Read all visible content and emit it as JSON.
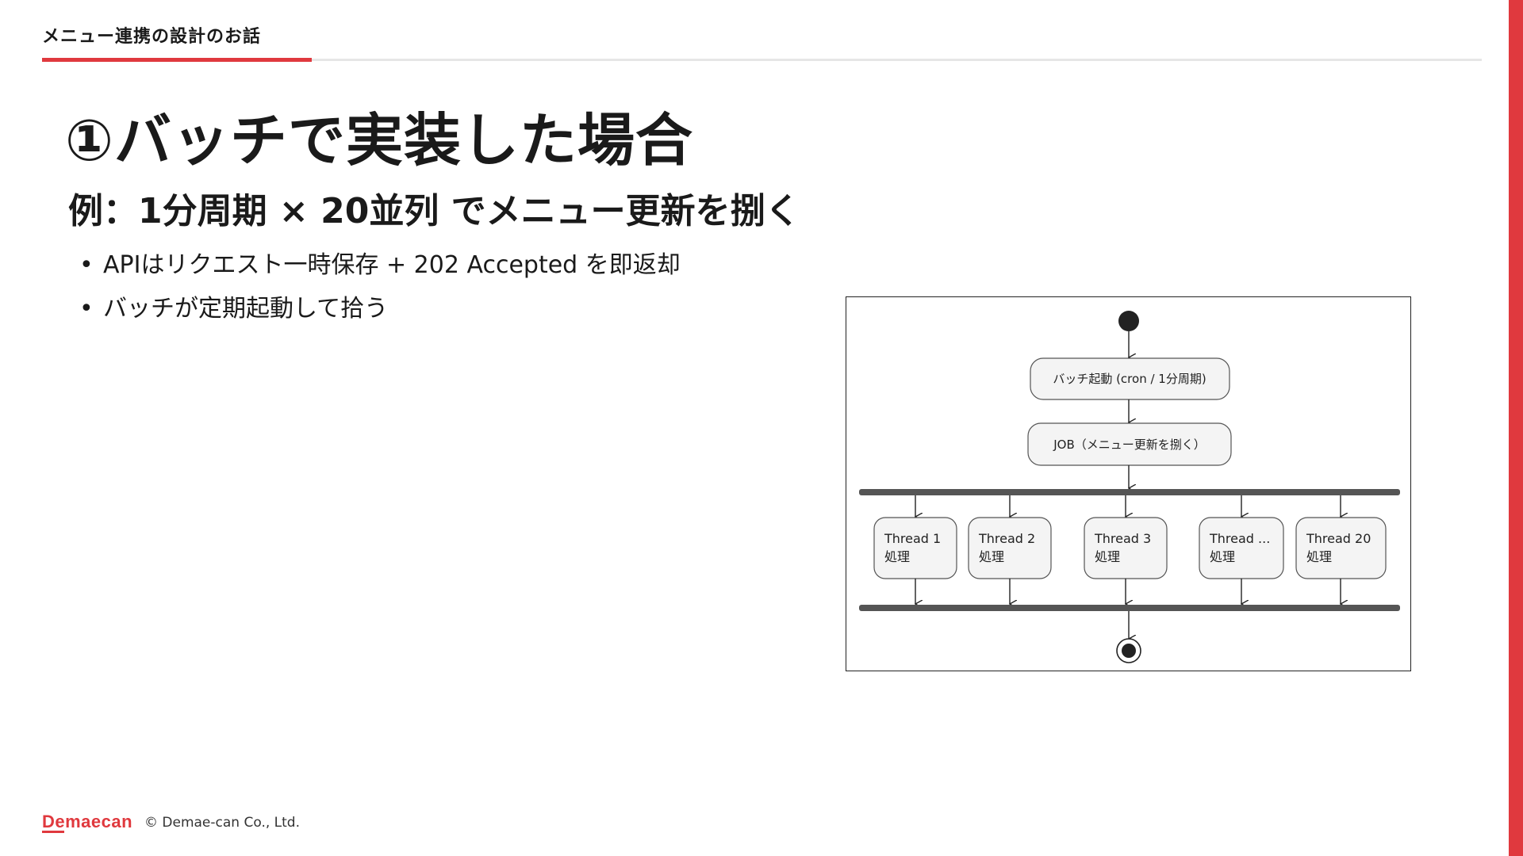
{
  "header": {
    "section_label": "メニュー連携の設計のお話"
  },
  "slide": {
    "title": "①バッチで実装した場合",
    "subtitle": "例：1分周期 × 20並列 でメニュー更新を捌く",
    "bullets": [
      "APIはリクエスト一時保存 + 202 Accepted を即返却",
      "バッチが定期起動して拾う"
    ]
  },
  "diagram": {
    "batch_node": "バッチ起動 (cron / 1分周期)",
    "job_node": "JOB（メニュー更新を捌く）",
    "threads": [
      {
        "name": "Thread 1",
        "action": "処理"
      },
      {
        "name": "Thread 2",
        "action": "処理"
      },
      {
        "name": "Thread 3",
        "action": "処理"
      },
      {
        "name": "Thread ...",
        "action": "処理"
      },
      {
        "name": "Thread 20",
        "action": "処理"
      }
    ]
  },
  "footer": {
    "logo": "Demaecan",
    "copyright": "© Demae-can Co., Ltd."
  },
  "colors": {
    "accent": "#e0393e",
    "divider": "#e6e6e6",
    "node_fill": "#f4f4f4"
  }
}
